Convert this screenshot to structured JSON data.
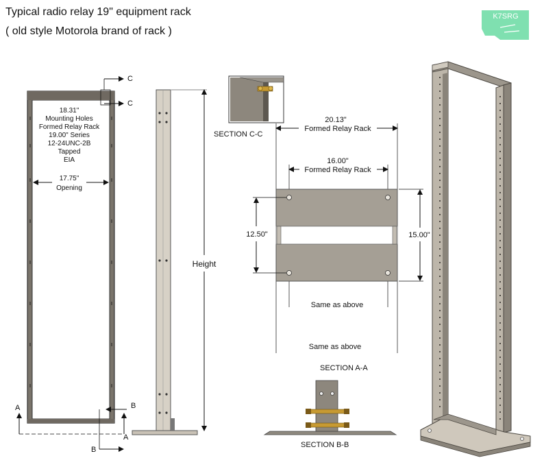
{
  "title_line1": "Typical radio relay 19\" equipment rack",
  "title_line2": "( old style Motorola brand of rack )",
  "logo_text": "K7SRG",
  "front_view": {
    "mount_lines": [
      "18.31\"",
      "Mounting Holes",
      "Formed Relay Rack",
      "19.00\" Series",
      "12-24UNC-2B",
      "Tapped",
      "EIA"
    ],
    "opening_value": "17.75\"",
    "opening_label": "Opening",
    "marker_c": "C",
    "marker_a": "A",
    "marker_b": "B"
  },
  "side_view": {
    "height_label": "Height"
  },
  "section_cc": {
    "label": "SECTION C-C"
  },
  "section_aa": {
    "outer_width": "20.13\"",
    "outer_label": "Formed Relay Rack",
    "inner_width": "16.00\"",
    "inner_label": "Formed Relay Rack",
    "left_dim": "12.50\"",
    "right_dim": "15.00\"",
    "note_inner": "Same as above",
    "note_outer": "Same as above",
    "label": "SECTION A-A"
  },
  "section_bb": {
    "label": "SECTION B-B"
  },
  "colors": {
    "steel": "#b8b1a6",
    "steel_dark": "#5d5850",
    "edge": "#3a3733",
    "logo_green": "#7fe0b0"
  }
}
